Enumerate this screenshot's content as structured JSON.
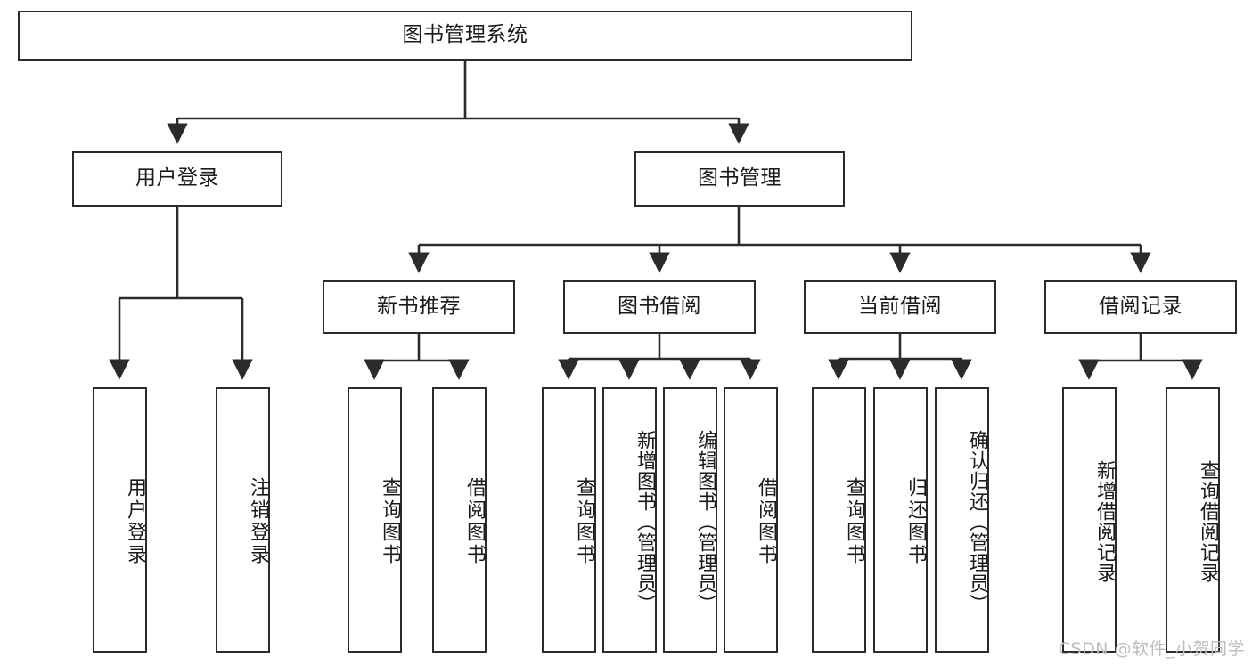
{
  "diagram": {
    "title": "图书管理系统",
    "watermark": "CSDN @软件_小贺同学",
    "line_color": "#2b2b2b",
    "box_fill": "#ffffff",
    "text_color": "#1a1a1a",
    "watermark_color": "#bdbdbd"
  },
  "nodes": {
    "root": {
      "label": "图书管理系统"
    },
    "level2": [
      {
        "label": "用户登录"
      },
      {
        "label": "图书管理"
      }
    ],
    "level3": [
      {
        "label": "新书推荐"
      },
      {
        "label": "图书借阅"
      },
      {
        "label": "当前借阅"
      },
      {
        "label": "借阅记录"
      }
    ],
    "leaves_user_login": [
      {
        "label": "用户登录"
      },
      {
        "label": "注销登录"
      }
    ],
    "leaves_new_book": [
      {
        "label": "查询图书"
      },
      {
        "label": "借阅图书"
      }
    ],
    "leaves_borrow": [
      {
        "label": "查询图书"
      },
      {
        "label": "新增图书（管理员）"
      },
      {
        "label": "编辑图书（管理员）"
      },
      {
        "label": "借阅图书"
      }
    ],
    "leaves_current": [
      {
        "label": "查询图书"
      },
      {
        "label": "归还图书"
      },
      {
        "label": "确认归还（管理员）"
      }
    ],
    "leaves_record": [
      {
        "label": "新增借阅记录"
      },
      {
        "label": "查询借阅记录"
      }
    ]
  }
}
